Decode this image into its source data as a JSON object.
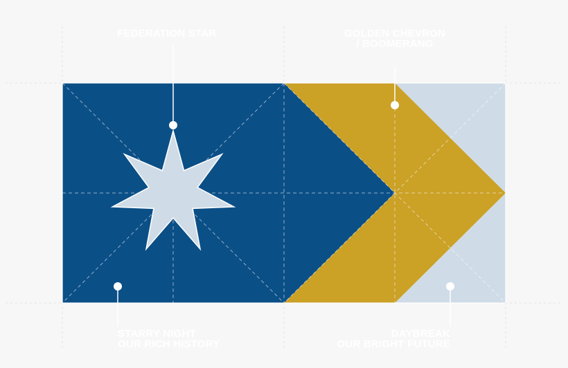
{
  "labels": {
    "federation_star": {
      "lines": [
        "FEDERATION STAR"
      ]
    },
    "golden_chevron": {
      "lines": [
        "GOLDEN CHEVRON",
        "/ BOOMERANG"
      ]
    },
    "starry_night": {
      "lines": [
        "STARRY NIGHT",
        "OUR RICH HISTORY"
      ]
    },
    "daybreak": {
      "lines": [
        "DAYBREAK",
        "OUR BRIGHT FUTURE"
      ]
    }
  },
  "colors": {
    "background": "#f7f7f7",
    "navy": "#0b4f87",
    "gold": "#cba126",
    "pale_blue": "#cfdce7",
    "star_fill": "#cfdce7",
    "guide": "#ffffff",
    "label_text": "#ffffff"
  },
  "icons": {
    "emblem": "seven-pointed-star-icon",
    "markers": "callout-dot-icon"
  }
}
